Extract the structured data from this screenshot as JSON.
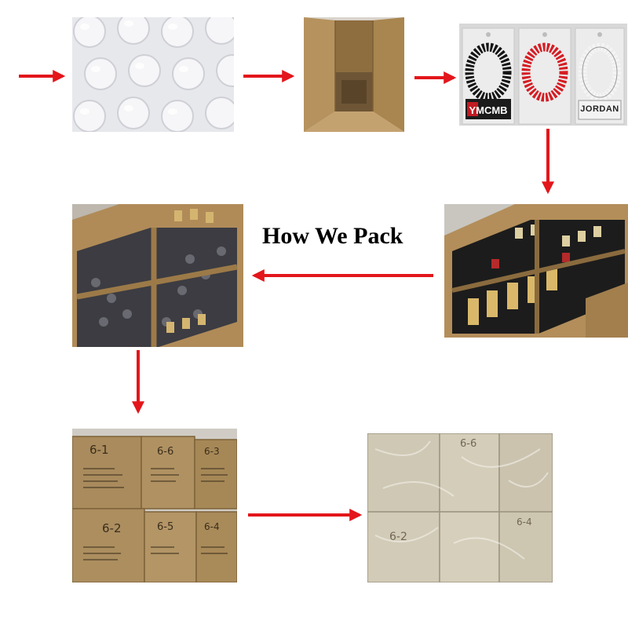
{
  "title": "How We Pack",
  "colors": {
    "arrow": "#e3161b",
    "cardboard": "#b49566",
    "bubble": "#e7e8ec",
    "background": "#ffffff"
  },
  "products": {
    "bag_left_label": "YMCMB",
    "bag_right_label": "JORDAN"
  },
  "box_labels": {
    "top_row": [
      "6-1",
      "6-6",
      "6-3"
    ],
    "bottom_row": [
      "6-2",
      "6-5",
      "6-4"
    ],
    "wrapped_top": [
      "",
      "6-6",
      ""
    ],
    "wrapped_bottom": [
      "6-2",
      "",
      "6-4"
    ]
  }
}
